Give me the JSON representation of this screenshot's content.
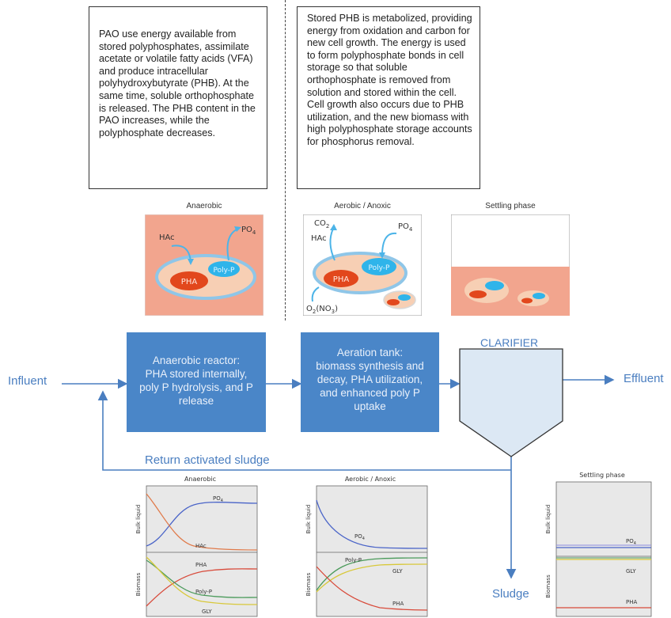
{
  "text_boxes": {
    "anaerobic": "PAO use energy available from stored polyphosphates, assimilate acetate or volatile fatty acids (VFA) and produce intracellular polyhydroxybutyrate (PHB). At the same time, soluble orthophosphate is released. The PHB content in the PAO increases, while the polyphosphate decreases.",
    "aerobic": "Stored PHB is metabolized, providing energy from oxidation and carbon for new cell growth. The energy is used to form polyphosphate bonds in cell storage so that soluble orthophosphate is removed from solution and stored within the cell. Cell growth also occurs due to PHB utilization, and the new biomass with high polyphosphate storage accounts for phosphorus removal."
  },
  "cell_panels": {
    "anaerobic": {
      "title": "Anaerobic",
      "hac": "HAc",
      "po4": "PO4",
      "po4_main": "PO",
      "po4_sub": "4",
      "pha": "PHA",
      "polyp": "Poly-P"
    },
    "aerobic": {
      "title": "Aerobic / Anoxic",
      "co2_main": "CO",
      "co2_sub": "2",
      "hac": "HAc",
      "po4_main": "PO",
      "po4_sub": "4",
      "pha": "PHA",
      "polyp": "Poly-P",
      "o2_main": "O",
      "o2_sub": "2",
      "o2_rest": "(NO",
      "o2_sub2": "3",
      "o2_end": ")"
    },
    "settling": {
      "title": "Settling phase"
    }
  },
  "process": {
    "influent": "Influent",
    "effluent": "Effluent",
    "sludge": "Sludge",
    "return": "Return activated sludge",
    "clarifier": "CLARIFIER",
    "anaerobic_reactor": [
      "Anaerobic reactor:",
      "PHA stored internally,",
      "poly P hydrolysis, and P",
      "release"
    ],
    "aeration_tank": [
      "Aeration tank:",
      "biomass synthesis and",
      "decay, PHA utilization,",
      "and enhanced poly P",
      "uptake"
    ]
  },
  "chart_data": [
    {
      "type": "line",
      "title": "Anaerobic",
      "ylabel_top": "Bulk liquid",
      "ylabel_bottom": "Biomass",
      "series": [
        {
          "name": "PO4",
          "panel": "bulk",
          "color": "#4a64c8",
          "trend": "rising then plateau high"
        },
        {
          "name": "HAc",
          "panel": "bulk",
          "color": "#e07a4a",
          "trend": "falling to near zero"
        },
        {
          "name": "PHA",
          "panel": "biomass",
          "color": "#d84a3a",
          "trend": "rising then plateau"
        },
        {
          "name": "Poly-P",
          "panel": "biomass",
          "color": "#4a9a5a",
          "trend": "falling then plateau"
        },
        {
          "name": "GLY",
          "panel": "biomass",
          "color": "#d8c83a",
          "trend": "falling then plateau low"
        }
      ],
      "labels": {
        "po4_main": "PO",
        "po4_sub": "4",
        "hac": "HAc",
        "pha": "PHA",
        "polyp": "Poly-P",
        "gly": "GLY"
      }
    },
    {
      "type": "line",
      "title": "Aerobic / Anoxic",
      "ylabel_top": "Bulk liquid",
      "ylabel_bottom": "Biomass",
      "series": [
        {
          "name": "PO4",
          "panel": "bulk",
          "color": "#4a64c8",
          "trend": "falling then plateau low"
        },
        {
          "name": "Poly-P",
          "panel": "biomass",
          "color": "#4a9a5a",
          "trend": "rising then plateau"
        },
        {
          "name": "GLY",
          "panel": "biomass",
          "color": "#d8c83a",
          "trend": "rising then plateau"
        },
        {
          "name": "PHA",
          "panel": "biomass",
          "color": "#d84a3a",
          "trend": "falling then plateau low"
        }
      ],
      "labels": {
        "po4_main": "PO",
        "po4_sub": "4",
        "polyp": "Poly-P",
        "gly": "GLY",
        "pha": "PHA"
      }
    },
    {
      "type": "line",
      "title": "Settling phase",
      "ylabel_top": "Bulk liquid",
      "ylabel_bottom": "Biomass",
      "series": [
        {
          "name": "PO4",
          "panel": "bulk",
          "color": "#4a64c8",
          "trend": "constant"
        },
        {
          "name": "GLY",
          "panel": "biomass",
          "color": "#d8c83a",
          "trend": "constant"
        },
        {
          "name": "PHA",
          "panel": "biomass",
          "color": "#d84a3a",
          "trend": "constant low"
        }
      ],
      "labels": {
        "po4_main": "PO",
        "po4_sub": "4",
        "gly": "GLY",
        "pha": "PHA"
      }
    }
  ],
  "colors": {
    "process_box": "#4a86c8",
    "flow_line": "#4a7ec0",
    "cell_bg": "#f2a58e",
    "cell_body": "#f7cfb4",
    "cell_border": "#8fc6e8",
    "pha": "#e2471c",
    "polyp": "#2fb4ea",
    "chart_bg": "#e8e8e8"
  }
}
